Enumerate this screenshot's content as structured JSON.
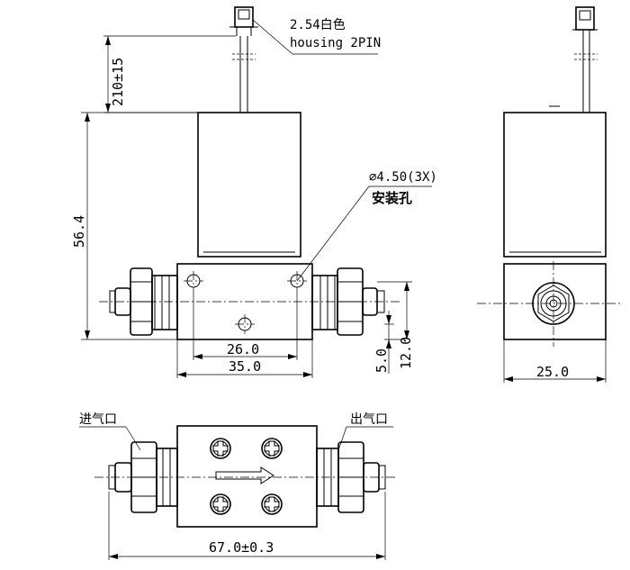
{
  "connector": {
    "spec_line1": "2.54白色",
    "spec_line2": "housing 2PIN"
  },
  "mounting_hole": {
    "spec": "⌀4.50(3X)",
    "label": "安装孔"
  },
  "dimensions": {
    "wire_length": "210±15",
    "height": "56.4",
    "hole_spacing": "26.0",
    "body_length": "35.0",
    "hole_offset": "5.0",
    "block_height": "12.0",
    "side_width": "25.0",
    "overall_length": "67.0±0.3"
  },
  "ports": {
    "inlet": "进气口",
    "outlet": "出气口"
  }
}
